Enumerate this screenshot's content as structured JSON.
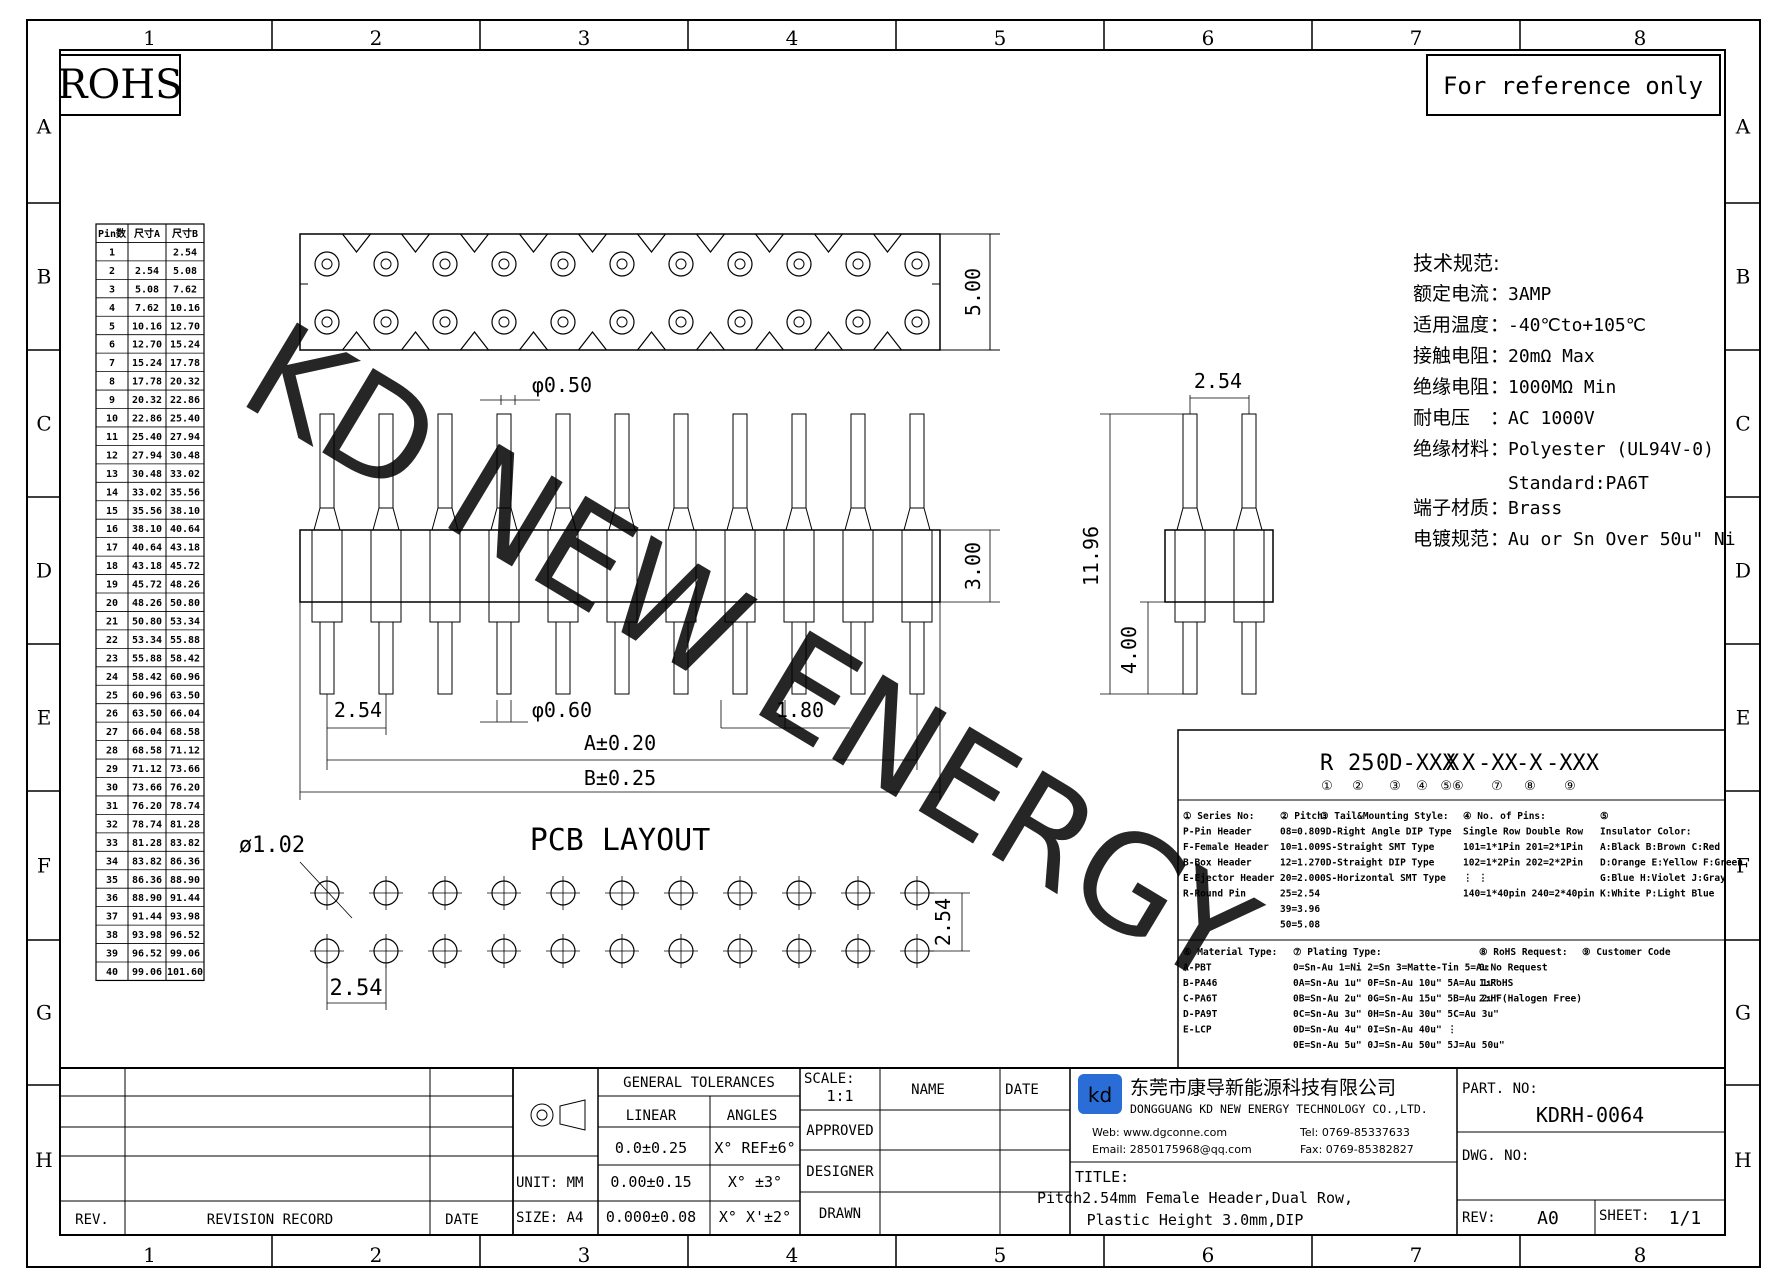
{
  "grid": {
    "columns": [
      "1",
      "2",
      "3",
      "4",
      "5",
      "6",
      "7",
      "8"
    ],
    "rows": [
      "A",
      "B",
      "C",
      "D",
      "E",
      "F",
      "G",
      "H"
    ]
  },
  "header": {
    "rohs": "ROHS",
    "reference_note": "For reference only"
  },
  "watermark": "KD NEW ENERGY",
  "pin_table": {
    "headers": [
      "Pin数",
      "尺寸A",
      "尺寸B"
    ],
    "rows": [
      [
        "1",
        "",
        "2.54"
      ],
      [
        "2",
        "2.54",
        "5.08"
      ],
      [
        "3",
        "5.08",
        "7.62"
      ],
      [
        "4",
        "7.62",
        "10.16"
      ],
      [
        "5",
        "10.16",
        "12.70"
      ],
      [
        "6",
        "12.70",
        "15.24"
      ],
      [
        "7",
        "15.24",
        "17.78"
      ],
      [
        "8",
        "17.78",
        "20.32"
      ],
      [
        "9",
        "20.32",
        "22.86"
      ],
      [
        "10",
        "22.86",
        "25.40"
      ],
      [
        "11",
        "25.40",
        "27.94"
      ],
      [
        "12",
        "27.94",
        "30.48"
      ],
      [
        "13",
        "30.48",
        "33.02"
      ],
      [
        "14",
        "33.02",
        "35.56"
      ],
      [
        "15",
        "35.56",
        "38.10"
      ],
      [
        "16",
        "38.10",
        "40.64"
      ],
      [
        "17",
        "40.64",
        "43.18"
      ],
      [
        "18",
        "43.18",
        "45.72"
      ],
      [
        "19",
        "45.72",
        "48.26"
      ],
      [
        "20",
        "48.26",
        "50.80"
      ],
      [
        "21",
        "50.80",
        "53.34"
      ],
      [
        "22",
        "53.34",
        "55.88"
      ],
      [
        "23",
        "55.88",
        "58.42"
      ],
      [
        "24",
        "58.42",
        "60.96"
      ],
      [
        "25",
        "60.96",
        "63.50"
      ],
      [
        "26",
        "63.50",
        "66.04"
      ],
      [
        "27",
        "66.04",
        "68.58"
      ],
      [
        "28",
        "68.58",
        "71.12"
      ],
      [
        "29",
        "71.12",
        "73.66"
      ],
      [
        "30",
        "73.66",
        "76.20"
      ],
      [
        "31",
        "76.20",
        "78.74"
      ],
      [
        "32",
        "78.74",
        "81.28"
      ],
      [
        "33",
        "81.28",
        "83.82"
      ],
      [
        "34",
        "83.82",
        "86.36"
      ],
      [
        "35",
        "86.36",
        "88.90"
      ],
      [
        "36",
        "88.90",
        "91.44"
      ],
      [
        "37",
        "91.44",
        "93.98"
      ],
      [
        "38",
        "93.98",
        "96.52"
      ],
      [
        "39",
        "96.52",
        "99.06"
      ],
      [
        "40",
        "99.06",
        "101.60"
      ]
    ]
  },
  "dims": {
    "height_5": "5.00",
    "phi_050": "φ0.50",
    "phi_060": "φ0.60",
    "pitch_254": "2.54",
    "d_180": "1.80",
    "a_tol": "A±0.20",
    "b_tol": "B±0.25",
    "h_300": "3.00",
    "h_1196": "11.96",
    "h_400": "4.00",
    "side_254": "2.54",
    "pcb_title": "PCB LAYOUT",
    "pcb_hole": "ø1.02",
    "pcb_pitch_v": "2.54",
    "pcb_pitch_h": "2.54"
  },
  "specs": {
    "title": "技术规范:",
    "lines": [
      {
        "k": "额定电流",
        "v": "3AMP"
      },
      {
        "k": "适用温度",
        "v": "-40℃to+105℃"
      },
      {
        "k": "接触电阻",
        "v": "20mΩ Max"
      },
      {
        "k": "绝缘电阻",
        "v": "1000MΩ Min"
      },
      {
        "k": "耐电压",
        "v": "AC 1000V"
      },
      {
        "k": "绝缘材料",
        "v": "Polyester (UL94V-0)"
      },
      {
        "k": "",
        "v": "Standard:PA6T"
      },
      {
        "k": "端子材质",
        "v": "Brass"
      },
      {
        "k": "电镀规范",
        "v": "Au or Sn Over 50u\" Ni"
      }
    ]
  },
  "part_code": {
    "segments": [
      "R",
      "25",
      "0D-XXX",
      "X",
      "X",
      "-XX",
      "-X",
      "-XXX"
    ],
    "indices": [
      "①",
      "②",
      "③",
      "④",
      "⑤⑥",
      "⑦",
      "⑧",
      "⑨"
    ]
  },
  "legend": {
    "c1": [
      "① Series No:",
      "P-Pin Header",
      "F-Female Header",
      "B-Box Header",
      "E-Ejector Header",
      "R-Round Pin"
    ],
    "c2": [
      "② Pitch:",
      "08=0.80",
      "10=1.00",
      "12=1.27",
      "20=2.00",
      "25=2.54",
      "39=3.96",
      "50=5.08"
    ],
    "c3": [
      "③ Tail&Mounting Style:",
      "9D-Right Angle DIP Type",
      "9S-Straight SMT Type",
      "0D-Straight DIP Type",
      "0S-Horizontal SMT Type"
    ],
    "c4": [
      "④ No. of Pins:",
      "Single Row    Double Row",
      "101=1*1Pin   201=2*1Pin",
      "102=1*2Pin   202=2*2Pin",
      "  ⋮              ⋮",
      "140=1*40pin  240=2*40pin"
    ],
    "c5": [
      "⑤",
      "Insulator Color:",
      "A:Black  B:Brown  C:Red",
      "D:Orange E:Yellow F:Green",
      "G:Blue   H:Violet J:Gray",
      "K:White  P:Light Blue"
    ],
    "c6": [
      "⑥ Material Type:",
      "A-PBT",
      "B-PA46",
      "C-PA6T",
      "D-PA9T",
      "E-LCP"
    ],
    "c7": [
      "⑦ Plating Type:",
      "0=Sn-Au 1=Ni 2=Sn 3=Matte-Tin 5=Au",
      "0A=Sn-Au 1u\"  0F=Sn-Au 10u\"  5A=Au 1u\"",
      "0B=Sn-Au 2u\"  0G=Sn-Au 15u\"  5B=Au 2u\"",
      "0C=Sn-Au 3u\"  0H=Sn-Au 30u\"  5C=Au 3u\"",
      "0D=Sn-Au 4u\"  0I=Sn-Au 40u\"    ⋮",
      "0E=Sn-Au 5u\"  0J=Sn-Au 50u\"  5J=Au 50u\""
    ],
    "c8": [
      "⑧ RoHS Request:",
      "0:No Request",
      "1:RoHS",
      "2:HF(Halogen Free)"
    ],
    "c9": [
      "⑨ Customer Code"
    ]
  },
  "title_block": {
    "general_tolerances": "GENERAL TOLERANCES",
    "linear": "LINEAR",
    "angles": "ANGLES",
    "tol1": "0.0±0.25",
    "tol2": "0.00±0.15",
    "tol3": "0.000±0.08",
    "ang1": "X° REF±6°",
    "ang2": "X° ±3°",
    "ang3": "X° X'±2°",
    "unit": "UNIT: MM",
    "size": "SIZE: A4",
    "scale_label": "SCALE:",
    "scale_value": "1:1",
    "name": "NAME",
    "date": "DATE",
    "approved": "APPROVED",
    "designer": "DESIGNER",
    "drawn": "DRAWN",
    "rev_label": "REV.",
    "revision_record": "REVISION RECORD",
    "rev_date": "DATE",
    "company_cn": "东莞市康导新能源科技有限公司",
    "company_en": "DONGGUANG KD NEW ENERGY TECHNOLOGY CO.,LTD.",
    "web": "Web: www.dgconne.com",
    "tel": "Tel: 0769-85337633",
    "email": "Email: 2850175968@qq.com",
    "fax": "Fax: 0769-85382827",
    "title_label": "TITLE:",
    "title_line1": "Pitch2.54mm Female Header,Dual Row,",
    "title_line2": "Plastic Height 3.0mm,DIP",
    "part_no_label": "PART. NO:",
    "part_no": "KDRH-0064",
    "dwg_no_label": "DWG. NO:",
    "rev": "REV:",
    "rev_value": "A0",
    "sheet": "SHEET:",
    "sheet_value": "1/1"
  }
}
